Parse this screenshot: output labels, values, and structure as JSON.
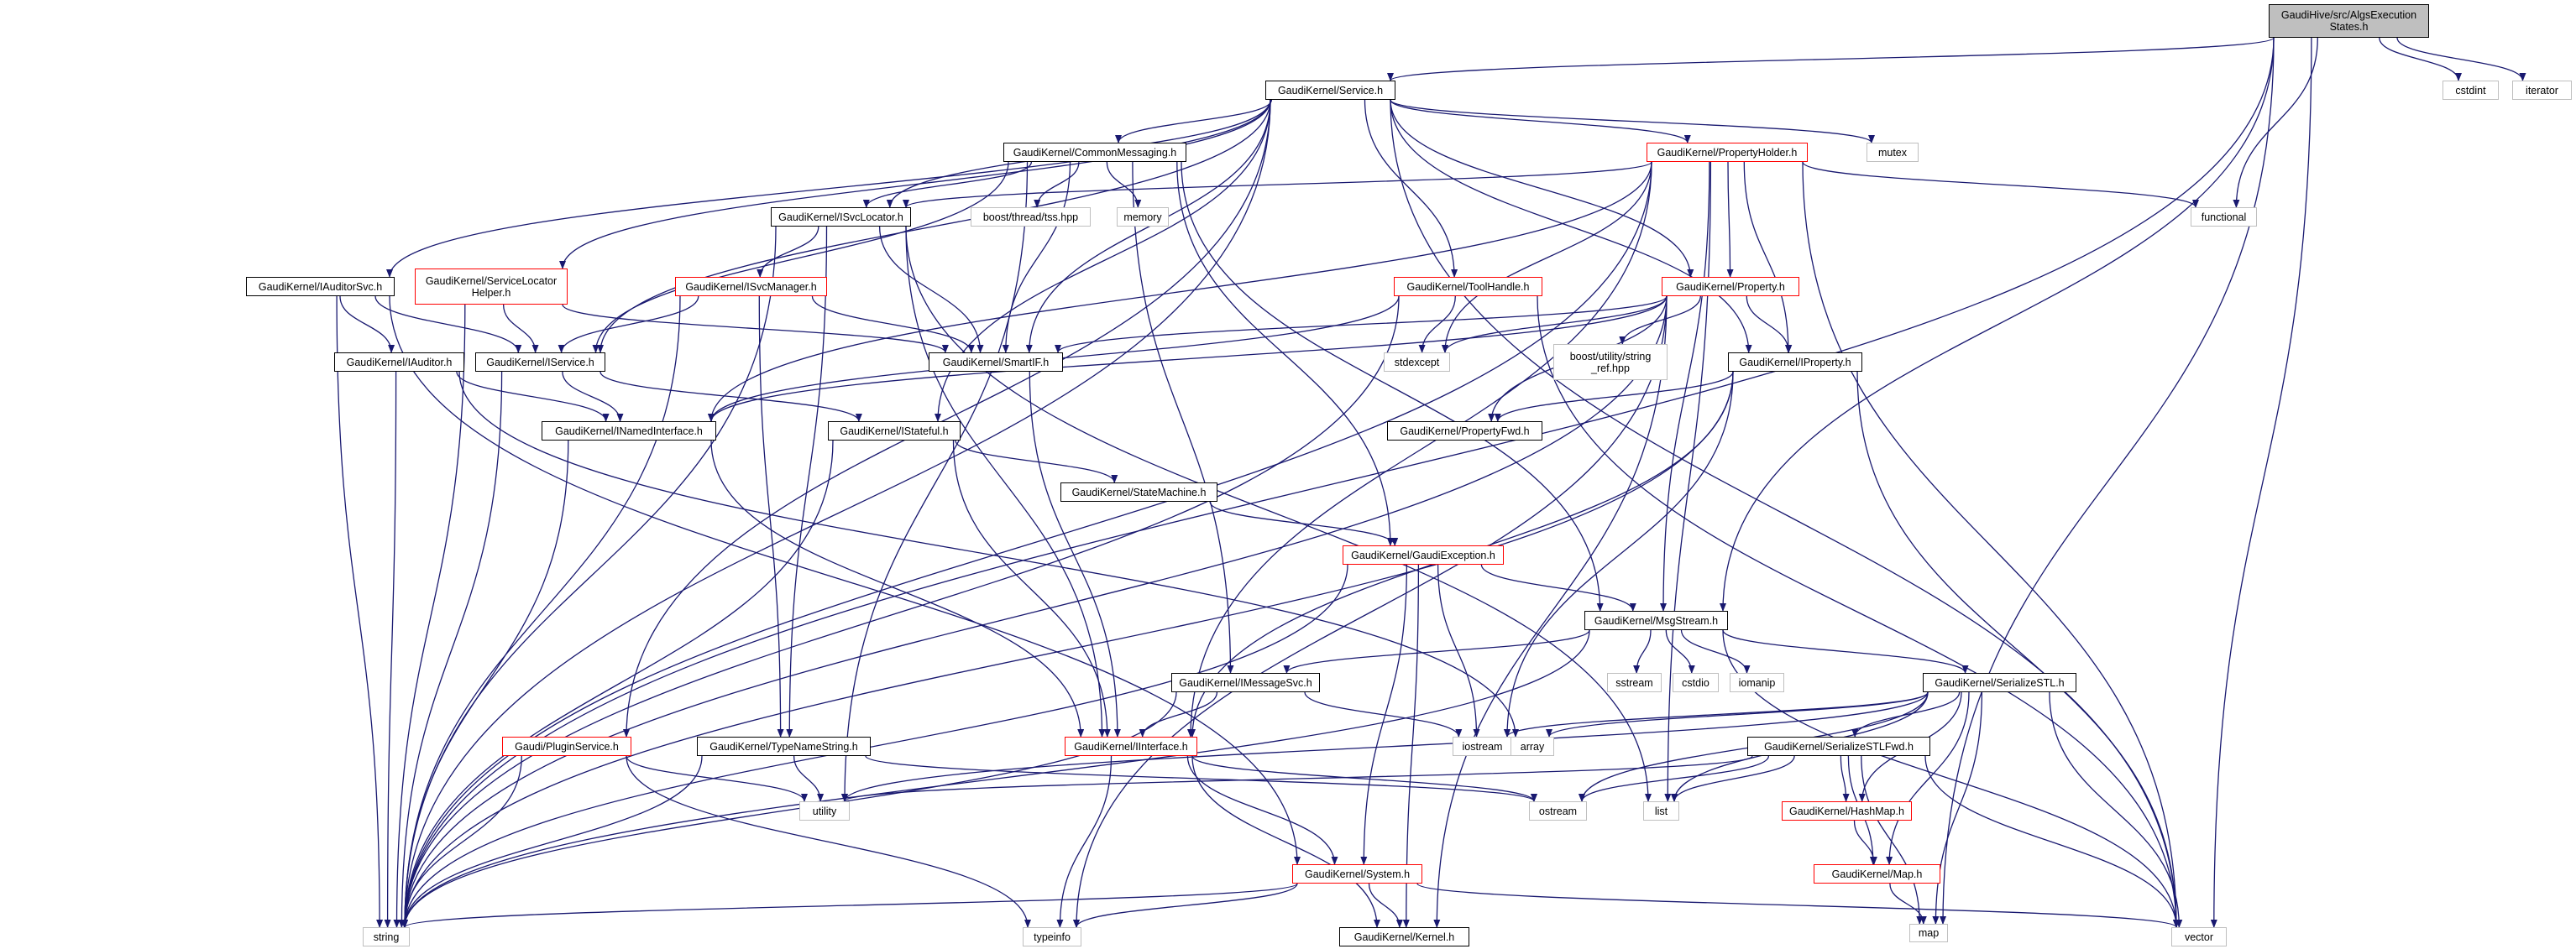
{
  "nodes": [
    {
      "id": "root",
      "label": "GaudiHive/src/AlgsExecution\nStates.h",
      "kind": "root"
    },
    {
      "id": "cstdint",
      "label": "cstdint",
      "kind": "ext"
    },
    {
      "id": "iterator",
      "label": "iterator",
      "kind": "ext"
    },
    {
      "id": "service",
      "label": "GaudiKernel/Service.h",
      "kind": "doc"
    },
    {
      "id": "commsg",
      "label": "GaudiKernel/CommonMessaging.h",
      "kind": "doc"
    },
    {
      "id": "propholder",
      "label": "GaudiKernel/PropertyHolder.h",
      "kind": "red"
    },
    {
      "id": "mutex",
      "label": "mutex",
      "kind": "ext"
    },
    {
      "id": "functional",
      "label": "functional",
      "kind": "ext"
    },
    {
      "id": "boostthread",
      "label": "boost/thread/tss.hpp",
      "kind": "ext"
    },
    {
      "id": "memory",
      "label": "memory",
      "kind": "ext"
    },
    {
      "id": "isvclocator",
      "label": "GaudiKernel/ISvcLocator.h",
      "kind": "doc"
    },
    {
      "id": "iauditorsvc",
      "label": "GaudiKernel/IAuditorSvc.h",
      "kind": "doc"
    },
    {
      "id": "svclochelper",
      "label": "GaudiKernel/ServiceLocator\nHelper.h",
      "kind": "red"
    },
    {
      "id": "isvcmanager",
      "label": "GaudiKernel/ISvcManager.h",
      "kind": "red"
    },
    {
      "id": "toolhandle",
      "label": "GaudiKernel/ToolHandle.h",
      "kind": "red"
    },
    {
      "id": "property",
      "label": "GaudiKernel/Property.h",
      "kind": "red"
    },
    {
      "id": "iauditor",
      "label": "GaudiKernel/IAuditor.h",
      "kind": "doc"
    },
    {
      "id": "iservice",
      "label": "GaudiKernel/IService.h",
      "kind": "doc"
    },
    {
      "id": "smartif",
      "label": "GaudiKernel/SmartIF.h",
      "kind": "doc"
    },
    {
      "id": "stdexcept",
      "label": "stdexcept",
      "kind": "ext"
    },
    {
      "id": "boostutil",
      "label": "boost/utility/string\n_ref.hpp",
      "kind": "ext"
    },
    {
      "id": "iproperty",
      "label": "GaudiKernel/IProperty.h",
      "kind": "doc"
    },
    {
      "id": "inamed",
      "label": "GaudiKernel/INamedInterface.h",
      "kind": "doc"
    },
    {
      "id": "istateful",
      "label": "GaudiKernel/IStateful.h",
      "kind": "doc"
    },
    {
      "id": "propfwd",
      "label": "GaudiKernel/PropertyFwd.h",
      "kind": "doc"
    },
    {
      "id": "statemachine",
      "label": "GaudiKernel/StateMachine.h",
      "kind": "doc"
    },
    {
      "id": "gaudiexc",
      "label": "GaudiKernel/GaudiException.h",
      "kind": "red"
    },
    {
      "id": "msgstream",
      "label": "GaudiKernel/MsgStream.h",
      "kind": "doc"
    },
    {
      "id": "sstream",
      "label": "sstream",
      "kind": "ext"
    },
    {
      "id": "cstdio",
      "label": "cstdio",
      "kind": "ext"
    },
    {
      "id": "iomanip",
      "label": "iomanip",
      "kind": "ext"
    },
    {
      "id": "imessagesvc",
      "label": "GaudiKernel/IMessageSvc.h",
      "kind": "doc"
    },
    {
      "id": "serializestl",
      "label": "GaudiKernel/SerializeSTL.h",
      "kind": "doc"
    },
    {
      "id": "iostream",
      "label": "iostream",
      "kind": "ext"
    },
    {
      "id": "array",
      "label": "array",
      "kind": "ext"
    },
    {
      "id": "pluginsvc",
      "label": "Gaudi/PluginService.h",
      "kind": "red"
    },
    {
      "id": "typenamestr",
      "label": "GaudiKernel/TypeNameString.h",
      "kind": "doc"
    },
    {
      "id": "iinterface",
      "label": "GaudiKernel/IInterface.h",
      "kind": "red"
    },
    {
      "id": "serializestlfwd",
      "label": "GaudiKernel/SerializeSTLFwd.h",
      "kind": "doc"
    },
    {
      "id": "utility",
      "label": "utility",
      "kind": "ext"
    },
    {
      "id": "ostream",
      "label": "ostream",
      "kind": "ext"
    },
    {
      "id": "list",
      "label": "list",
      "kind": "ext"
    },
    {
      "id": "hashmap",
      "label": "GaudiKernel/HashMap.h",
      "kind": "red"
    },
    {
      "id": "system",
      "label": "GaudiKernel/System.h",
      "kind": "red"
    },
    {
      "id": "string",
      "label": "string",
      "kind": "ext"
    },
    {
      "id": "typeinfo",
      "label": "typeinfo",
      "kind": "ext"
    },
    {
      "id": "kernel",
      "label": "GaudiKernel/Kernel.h",
      "kind": "doc"
    },
    {
      "id": "map_h",
      "label": "GaudiKernel/Map.h",
      "kind": "red"
    },
    {
      "id": "vector",
      "label": "vector",
      "kind": "ext"
    },
    {
      "id": "map",
      "label": "map",
      "kind": "ext"
    }
  ],
  "edges": [
    [
      "root",
      "service"
    ],
    [
      "root",
      "cstdint"
    ],
    [
      "root",
      "iterator"
    ],
    [
      "root",
      "functional"
    ],
    [
      "root",
      "msgstream"
    ],
    [
      "root",
      "vector"
    ],
    [
      "root",
      "map"
    ],
    [
      "root",
      "string"
    ],
    [
      "service",
      "commsg"
    ],
    [
      "service",
      "propholder"
    ],
    [
      "service",
      "mutex"
    ],
    [
      "service",
      "isvclocator"
    ],
    [
      "service",
      "iauditorsvc"
    ],
    [
      "service",
      "svclochelper"
    ],
    [
      "service",
      "toolhandle"
    ],
    [
      "service",
      "property"
    ],
    [
      "service",
      "iservice"
    ],
    [
      "service",
      "smartif"
    ],
    [
      "service",
      "iproperty"
    ],
    [
      "service",
      "istateful"
    ],
    [
      "service",
      "pluginsvc"
    ],
    [
      "service",
      "string"
    ],
    [
      "service",
      "vector"
    ],
    [
      "commsg",
      "boostthread"
    ],
    [
      "commsg",
      "memory"
    ],
    [
      "commsg",
      "smartif"
    ],
    [
      "commsg",
      "isvclocator"
    ],
    [
      "commsg",
      "iservice"
    ],
    [
      "commsg",
      "imessagesvc"
    ],
    [
      "commsg",
      "msgstream"
    ],
    [
      "commsg",
      "gaudiexc"
    ],
    [
      "commsg",
      "utility"
    ],
    [
      "propholder",
      "functional"
    ],
    [
      "propholder",
      "isvclocator"
    ],
    [
      "propholder",
      "property"
    ],
    [
      "propholder",
      "iproperty"
    ],
    [
      "propholder",
      "stdexcept"
    ],
    [
      "propholder",
      "msgstream"
    ],
    [
      "propholder",
      "inamed"
    ],
    [
      "propholder",
      "list"
    ],
    [
      "propholder",
      "iinterface"
    ],
    [
      "propholder",
      "vector"
    ],
    [
      "propholder",
      "string"
    ],
    [
      "isvclocator",
      "isvcmanager"
    ],
    [
      "isvclocator",
      "smartif"
    ],
    [
      "isvclocator",
      "iinterface"
    ],
    [
      "isvclocator",
      "typenamestr"
    ],
    [
      "isvclocator",
      "string"
    ],
    [
      "isvclocator",
      "list"
    ],
    [
      "iauditorsvc",
      "iauditor"
    ],
    [
      "iauditorsvc",
      "iservice"
    ],
    [
      "iauditorsvc",
      "system"
    ],
    [
      "iauditorsvc",
      "string"
    ],
    [
      "svclochelper",
      "iservice"
    ],
    [
      "svclochelper",
      "smartif"
    ],
    [
      "svclochelper",
      "string"
    ],
    [
      "isvcmanager",
      "iservice"
    ],
    [
      "isvcmanager",
      "smartif"
    ],
    [
      "isvcmanager",
      "typenamestr"
    ],
    [
      "isvcmanager",
      "string"
    ],
    [
      "toolhandle",
      "stdexcept"
    ],
    [
      "toolhandle",
      "vector"
    ],
    [
      "toolhandle",
      "inamed"
    ],
    [
      "toolhandle",
      "string"
    ],
    [
      "property",
      "iproperty"
    ],
    [
      "property",
      "propfwd"
    ],
    [
      "property",
      "stdexcept"
    ],
    [
      "property",
      "boostutil"
    ],
    [
      "property",
      "smartif"
    ],
    [
      "property",
      "inamed"
    ],
    [
      "property",
      "kernel"
    ],
    [
      "property",
      "string"
    ],
    [
      "property",
      "typeinfo"
    ],
    [
      "iauditor",
      "inamed"
    ],
    [
      "iauditor",
      "string"
    ],
    [
      "iauditor",
      "array"
    ],
    [
      "iservice",
      "inamed"
    ],
    [
      "iservice",
      "istateful"
    ],
    [
      "iservice",
      "string"
    ],
    [
      "smartif",
      "iinterface"
    ],
    [
      "iproperty",
      "propfwd"
    ],
    [
      "iproperty",
      "iinterface"
    ],
    [
      "iproperty",
      "string"
    ],
    [
      "iproperty",
      "vector"
    ],
    [
      "iproperty",
      "iostream"
    ],
    [
      "inamed",
      "iinterface"
    ],
    [
      "inamed",
      "string"
    ],
    [
      "istateful",
      "iinterface"
    ],
    [
      "istateful",
      "statemachine"
    ],
    [
      "istateful",
      "string"
    ],
    [
      "statemachine",
      "gaudiexc"
    ],
    [
      "gaudiexc",
      "msgstream"
    ],
    [
      "gaudiexc",
      "iostream"
    ],
    [
      "gaudiexc",
      "system"
    ],
    [
      "gaudiexc",
      "kernel"
    ],
    [
      "gaudiexc",
      "string"
    ],
    [
      "msgstream",
      "imessagesvc"
    ],
    [
      "msgstream",
      "serializestl"
    ],
    [
      "msgstream",
      "sstream"
    ],
    [
      "msgstream",
      "cstdio"
    ],
    [
      "msgstream",
      "iomanip"
    ],
    [
      "msgstream",
      "string"
    ],
    [
      "msgstream",
      "vector"
    ],
    [
      "imessagesvc",
      "iinterface"
    ],
    [
      "imessagesvc",
      "iostream"
    ],
    [
      "imessagesvc",
      "string"
    ],
    [
      "serializestl",
      "serializestlfwd"
    ],
    [
      "serializestl",
      "ostream"
    ],
    [
      "serializestl",
      "iostream"
    ],
    [
      "serializestl",
      "array"
    ],
    [
      "serializestl",
      "list"
    ],
    [
      "serializestl",
      "hashmap"
    ],
    [
      "serializestl",
      "map_h"
    ],
    [
      "serializestl",
      "map"
    ],
    [
      "serializestl",
      "utility"
    ],
    [
      "serializestl",
      "vector"
    ],
    [
      "pluginsvc",
      "utility"
    ],
    [
      "pluginsvc",
      "typeinfo"
    ],
    [
      "pluginsvc",
      "string"
    ],
    [
      "typenamestr",
      "utility"
    ],
    [
      "typenamestr",
      "ostream"
    ],
    [
      "typenamestr",
      "string"
    ],
    [
      "iinterface",
      "system"
    ],
    [
      "iinterface",
      "typeinfo"
    ],
    [
      "iinterface",
      "ostream"
    ],
    [
      "iinterface",
      "kernel"
    ],
    [
      "serializestlfwd",
      "ostream"
    ],
    [
      "serializestlfwd",
      "list"
    ],
    [
      "serializestlfwd",
      "hashmap"
    ],
    [
      "serializestlfwd",
      "map_h"
    ],
    [
      "serializestlfwd",
      "map"
    ],
    [
      "serializestlfwd",
      "utility"
    ],
    [
      "serializestlfwd",
      "vector"
    ],
    [
      "hashmap",
      "map_h"
    ],
    [
      "system",
      "kernel"
    ],
    [
      "system",
      "typeinfo"
    ],
    [
      "system",
      "vector"
    ],
    [
      "system",
      "string"
    ],
    [
      "map_h",
      "map"
    ]
  ]
}
